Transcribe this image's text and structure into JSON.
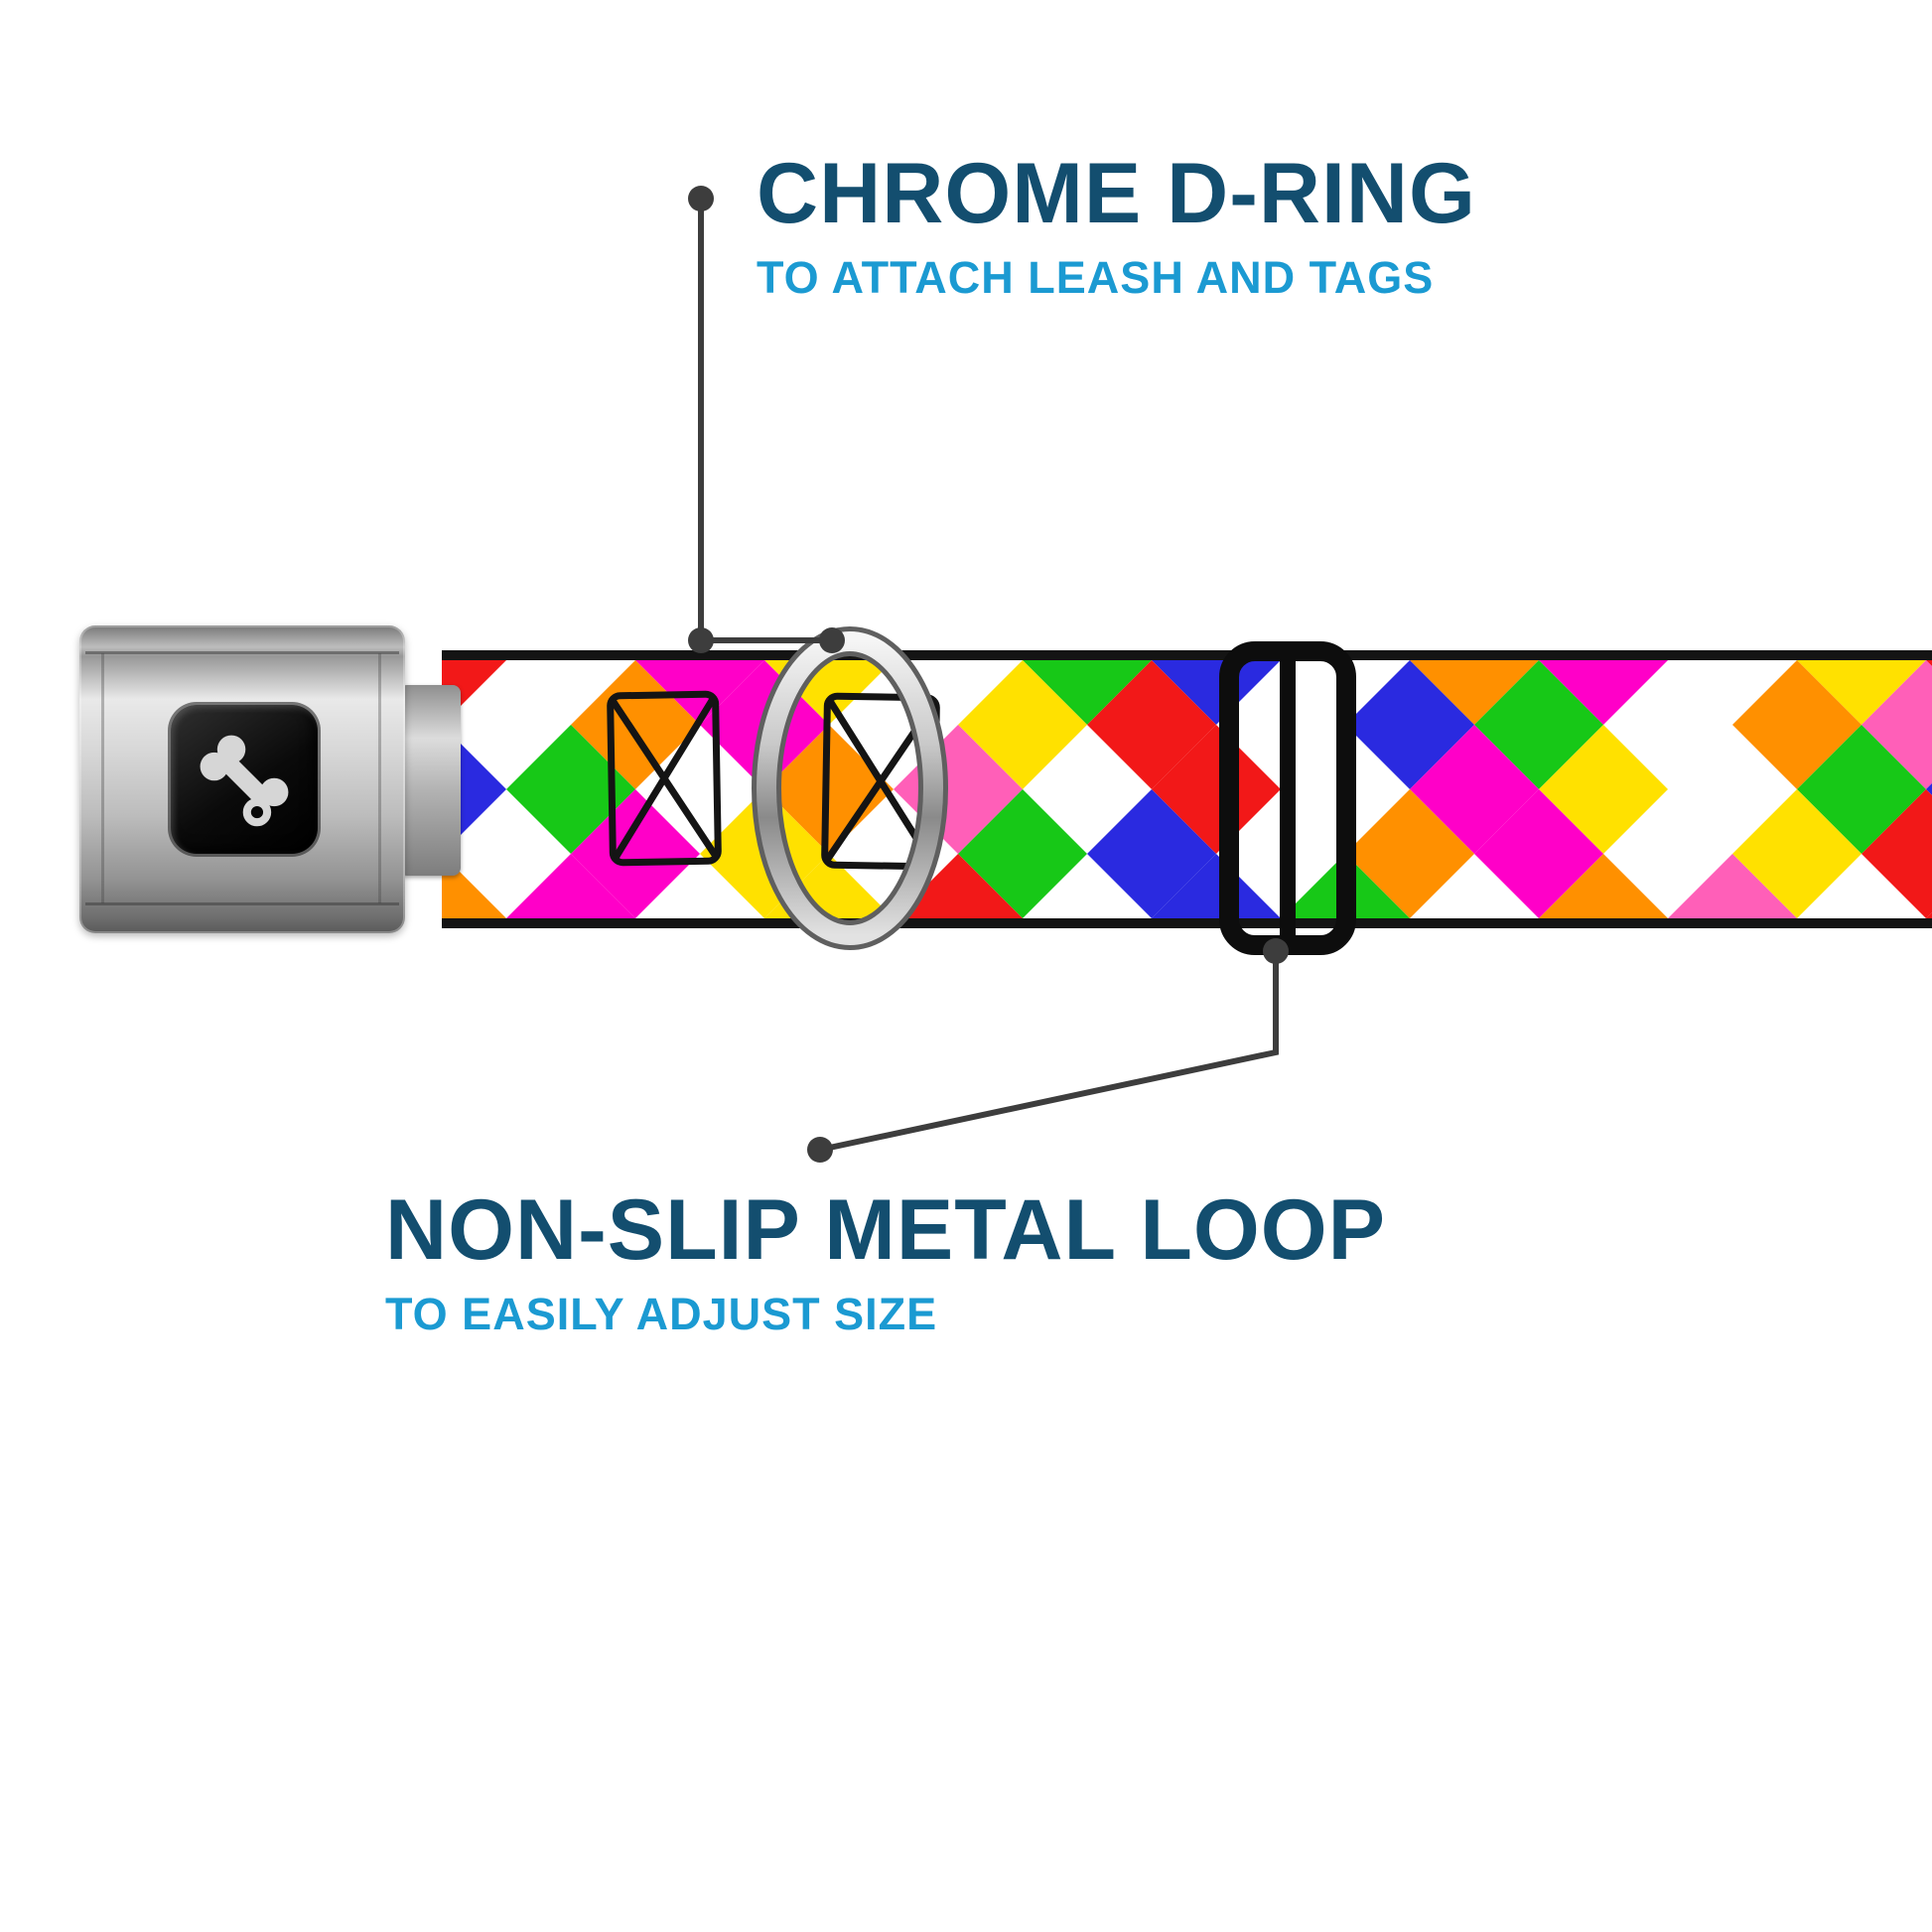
{
  "callouts": {
    "dring": {
      "title": "CHROME D-RING",
      "subtitle": "TO ATTACH LEASH AND TAGS"
    },
    "loop": {
      "title": "NON-SLIP METAL LOOP",
      "subtitle": "TO EASILY ADJUST SIZE"
    }
  },
  "colors": {
    "callout_title": "#134e6f",
    "callout_subtitle": "#1b9ad2",
    "leader_line": "#3d3d3d",
    "strap_background": "#ffffff",
    "strap_edge": "#141414",
    "buckle_silver": "#c9c9c9",
    "buckle_button_black": "#0a0a0a",
    "bone_icon": "#d6d6d6",
    "metal_loop_black": "#0d0d0d",
    "diamond_sequence": [
      "#f21818",
      "#ffffff",
      "#ff00c8",
      "#ffe100",
      "#ffffff",
      "#17c817",
      "#2a2ae0",
      "#ffffff",
      "#ff9000",
      "#ff00c8",
      "#ffffff",
      "#ffe100",
      "#f21818",
      "#ffffff",
      "#2a2ae0",
      "#17c817",
      "#ffffff",
      "#ff9000",
      "#ff5fb8",
      "#ffffff"
    ]
  }
}
